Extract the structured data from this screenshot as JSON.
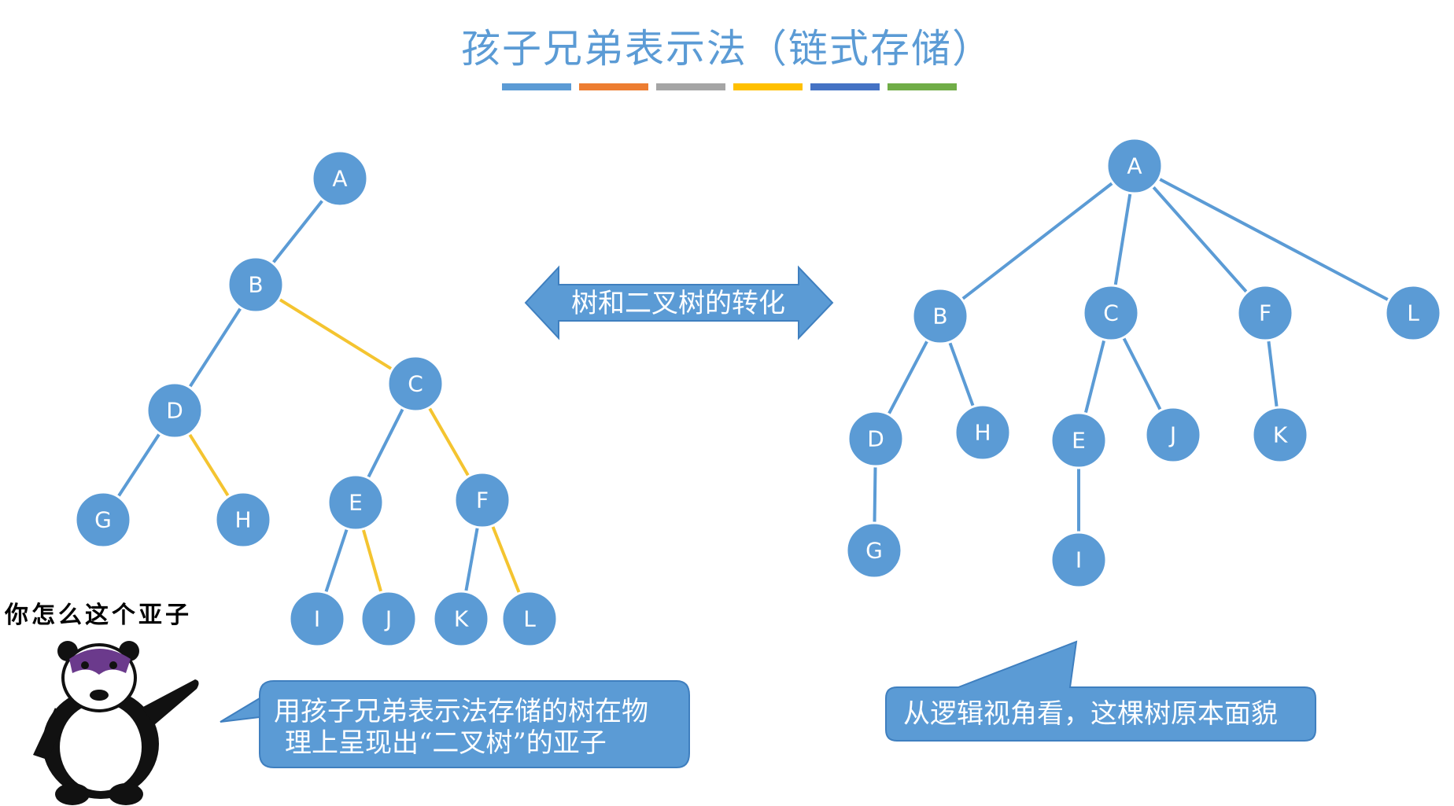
{
  "title": "孩子兄弟表示法（链式存储）",
  "stripe_colors": [
    "#5b9bd5",
    "#ed7d31",
    "#a5a5a5",
    "#ffc000",
    "#4472c4",
    "#70ad47"
  ],
  "colors": {
    "node": "#5b9bd5",
    "node_stroke": "#ffffff",
    "edge": "#5b9bd5",
    "sibling_edge": "#f4c430",
    "callout_fill": "#5b9bd5",
    "callout_stroke": "#3f7fbf"
  },
  "center_arrow": {
    "label": "树和二叉树的转化"
  },
  "left_tree": {
    "nodes": [
      "A",
      "B",
      "C",
      "D",
      "E",
      "F",
      "G",
      "H",
      "I",
      "J",
      "K",
      "L"
    ],
    "child_edges": [
      [
        "A",
        "B"
      ],
      [
        "B",
        "D"
      ],
      [
        "D",
        "G"
      ],
      [
        "C",
        "E"
      ],
      [
        "E",
        "I"
      ],
      [
        "F",
        "K"
      ]
    ],
    "sibling_edges": [
      [
        "B",
        "C"
      ],
      [
        "D",
        "H"
      ],
      [
        "C",
        "F"
      ],
      [
        "E",
        "J"
      ],
      [
        "F",
        "L"
      ]
    ]
  },
  "right_tree": {
    "nodes": [
      "A",
      "B",
      "C",
      "F",
      "L",
      "D",
      "H",
      "E",
      "J",
      "K",
      "G",
      "I"
    ],
    "edges": [
      [
        "A",
        "B"
      ],
      [
        "A",
        "C"
      ],
      [
        "A",
        "F"
      ],
      [
        "A",
        "L"
      ],
      [
        "B",
        "D"
      ],
      [
        "B",
        "H"
      ],
      [
        "C",
        "E"
      ],
      [
        "C",
        "J"
      ],
      [
        "F",
        "K"
      ],
      [
        "D",
        "G"
      ],
      [
        "E",
        "I"
      ]
    ]
  },
  "left_callout": {
    "lines": [
      "用孩子兄弟表示法存储的树在物",
      "理上呈现出“二叉树”的亚子"
    ]
  },
  "right_callout": {
    "text": "从逻辑视角看，这棵树原本面貌"
  },
  "meme": {
    "caption": "你怎么这个亚子",
    "icon": "panda-meme-icon"
  }
}
